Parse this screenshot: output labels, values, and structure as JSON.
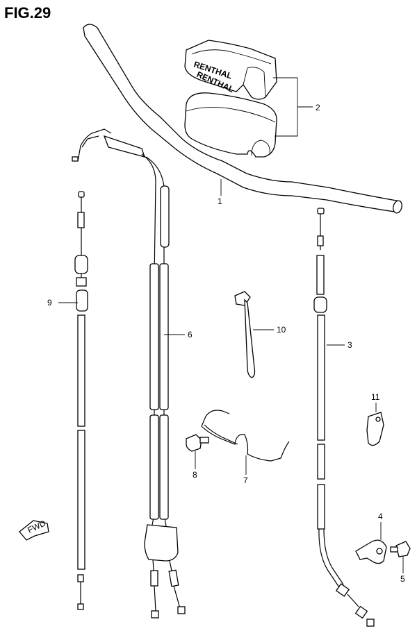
{
  "figure": {
    "title": "FIG.29"
  },
  "brand_text": {
    "top": "RENTHAL",
    "side": "RENTHAL"
  },
  "fwd_label": "FWD",
  "callouts": [
    {
      "id": "p1",
      "label": "1"
    },
    {
      "id": "p2",
      "label": "2"
    },
    {
      "id": "p3",
      "label": "3"
    },
    {
      "id": "p4",
      "label": "4"
    },
    {
      "id": "p5",
      "label": "5"
    },
    {
      "id": "p6",
      "label": "6"
    },
    {
      "id": "p7",
      "label": "7"
    },
    {
      "id": "p8",
      "label": "8"
    },
    {
      "id": "p9",
      "label": "9"
    },
    {
      "id": "p10",
      "label": "10"
    },
    {
      "id": "p11",
      "label": "11"
    }
  ]
}
